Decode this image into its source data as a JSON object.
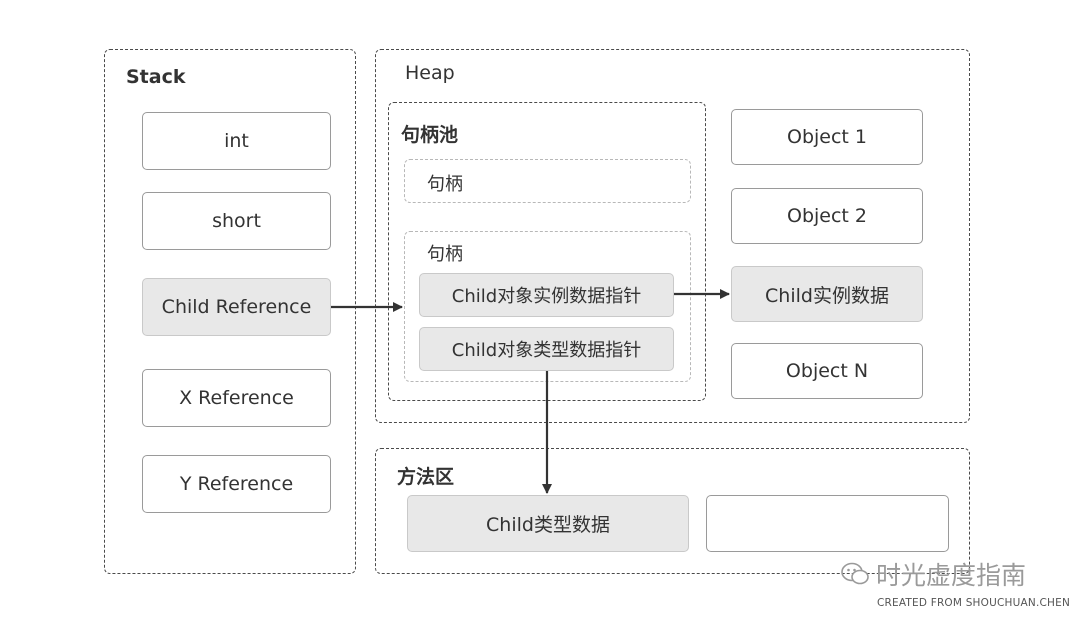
{
  "stack": {
    "title": "Stack",
    "items": [
      "int",
      "short",
      "Child Reference",
      "X Reference",
      "Y Reference"
    ]
  },
  "heap": {
    "title": "Heap",
    "handle_pool": {
      "title": "句柄池",
      "handle1_label": "句柄",
      "handle2_label": "句柄",
      "pointer_instance": "Child对象实例数据指针",
      "pointer_type": "Child对象类型数据指针"
    },
    "objects": [
      "Object 1",
      "Object 2",
      "Child实例数据",
      "Object N"
    ]
  },
  "method_area": {
    "title": "方法区",
    "type_data": "Child类型数据",
    "empty_slot": ""
  },
  "watermark": {
    "text": "时光虚度指南",
    "icon": "wechat-icon",
    "credit": "CREATED FROM SHOUCHUAN.CHEN"
  }
}
